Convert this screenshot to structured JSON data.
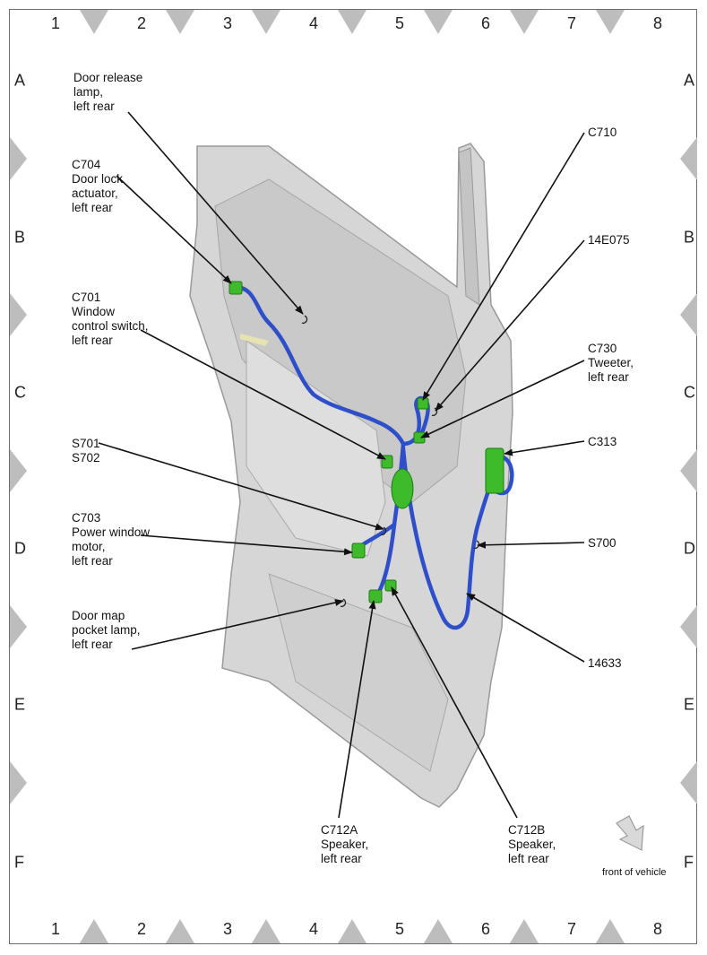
{
  "grid": {
    "columns": [
      "1",
      "2",
      "3",
      "4",
      "5",
      "6",
      "7",
      "8"
    ],
    "rows": [
      "A",
      "B",
      "C",
      "D",
      "E",
      "F"
    ]
  },
  "labels": {
    "door_release_lamp": "Door release\nlamp,\nleft rear",
    "c704": "C704\nDoor lock\nactuator,\nleft rear",
    "c701": "C701\nWindow\ncontrol switch,\nleft rear",
    "s701_s702": "S701\nS702",
    "c703": "C703\nPower window\nmotor,\nleft rear",
    "door_map_pocket_lamp": "Door map\npocket lamp,\nleft rear",
    "c710": "C710",
    "c14e075": "14E075",
    "c730": "C730\nTweeter,\nleft rear",
    "c313": "C313",
    "s700": "S700",
    "c14633": "14633",
    "c712a": "C712A\nSpeaker,\nleft rear",
    "c712b": "C712B\nSpeaker,\nleft rear",
    "front_of_vehicle": "front of vehicle"
  },
  "colors": {
    "harness": "#2e4fc9",
    "connector": "#3dbb2a",
    "door_panel": "#d6d6d6",
    "grid_marker": "#bdbdbd"
  },
  "icons": {
    "direction_arrow": "front-of-vehicle-arrow-icon"
  }
}
